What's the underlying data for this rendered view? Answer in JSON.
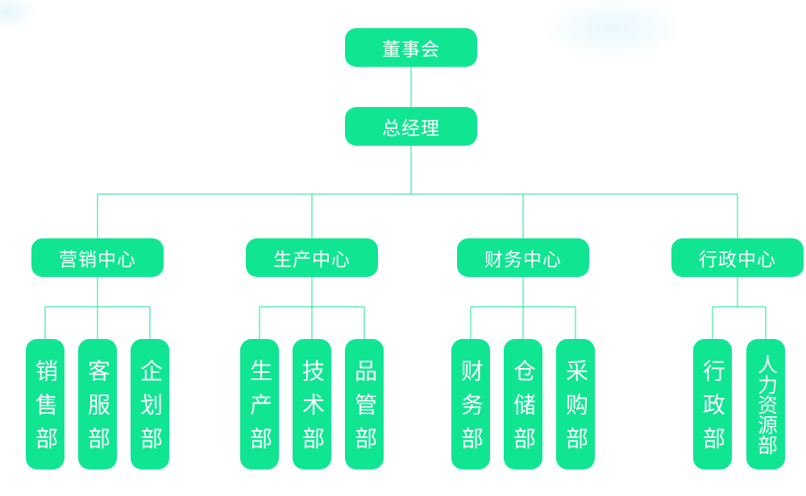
{
  "org": {
    "root": {
      "label": "董事会"
    },
    "gm": {
      "label": "总经理"
    },
    "centers": [
      {
        "label": "营销中心",
        "departments": [
          {
            "label": "销售部"
          },
          {
            "label": "客服部"
          },
          {
            "label": "企划部"
          }
        ]
      },
      {
        "label": "生产中心",
        "departments": [
          {
            "label": "生产部"
          },
          {
            "label": "技术部"
          },
          {
            "label": "品管部"
          }
        ]
      },
      {
        "label": "财务中心",
        "departments": [
          {
            "label": "财务部"
          },
          {
            "label": "仓储部"
          },
          {
            "label": "采购部"
          }
        ]
      },
      {
        "label": "行政中心",
        "departments": [
          {
            "label": "行政部"
          },
          {
            "label": "人力资源部"
          }
        ]
      }
    ]
  },
  "colors": {
    "node_fill": "#10e592",
    "node_text": "#ffffff",
    "connector": "#10e592",
    "background": "#ffffff"
  }
}
